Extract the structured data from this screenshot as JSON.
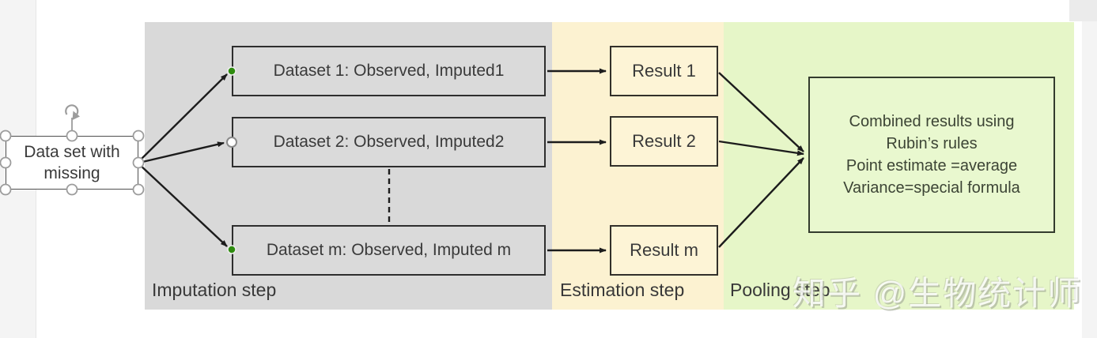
{
  "colors": {
    "imputation_region": "#d9d9d9",
    "estimation_region": "#fcf2d1",
    "pooling_region": "#e6f6c8",
    "shape_border": "#2e2e2e",
    "shape_text": "#3a3a3a",
    "arrow": "#1c1c1c",
    "connector_dot_green": "#2f8c10",
    "selection_handle": "#9c9c9c"
  },
  "source_box": {
    "label": "Data set with missing"
  },
  "regions": {
    "imputation": {
      "label": "Imputation step"
    },
    "estimation": {
      "label": "Estimation step"
    },
    "pooling": {
      "label": "Pooling step"
    }
  },
  "datasets": [
    {
      "label": "Dataset 1: Observed, Imputed1"
    },
    {
      "label": "Dataset 2: Observed, Imputed2"
    },
    {
      "label": "Dataset m: Observed, Imputed m"
    }
  ],
  "results": [
    {
      "label": "Result 1"
    },
    {
      "label": "Result 2"
    },
    {
      "label": "Result m"
    }
  ],
  "pooled": {
    "lines": [
      "Combined results using",
      "Rubin’s rules",
      "Point estimate =average",
      "Variance=special formula"
    ]
  },
  "watermark": {
    "text": "知乎 @生物统计师"
  }
}
